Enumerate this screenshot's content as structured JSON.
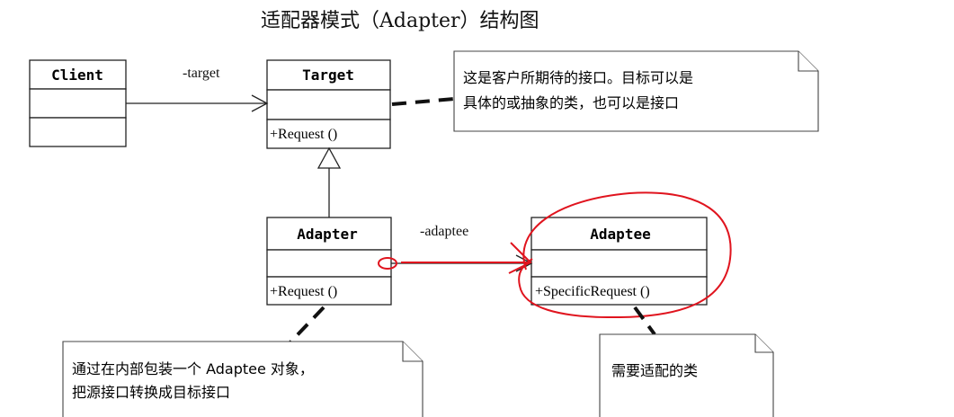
{
  "title": "适配器模式（Adapter）结构图",
  "classes": {
    "client": {
      "name": "Client",
      "method": ""
    },
    "target": {
      "name": "Target",
      "method": "+Request ()"
    },
    "adapter": {
      "name": "Adapter",
      "method": "+Request ()"
    },
    "adaptee": {
      "name": "Adaptee",
      "method": "+SpecificRequest ()"
    }
  },
  "associations": {
    "client_target": "-target",
    "adapter_adaptee": "-adaptee"
  },
  "notes": {
    "target_note": [
      "这是客户所期待的接口。目标可以是",
      "具体的或抽象的类，也可以是接口"
    ],
    "adapter_note": [
      "通过在内部包装一个 Adaptee 对象，",
      "把源接口转换成目标接口"
    ],
    "adaptee_note": [
      "需要适配的类"
    ]
  },
  "colors": {
    "annotation": "#e0141e",
    "line": "#222222"
  }
}
